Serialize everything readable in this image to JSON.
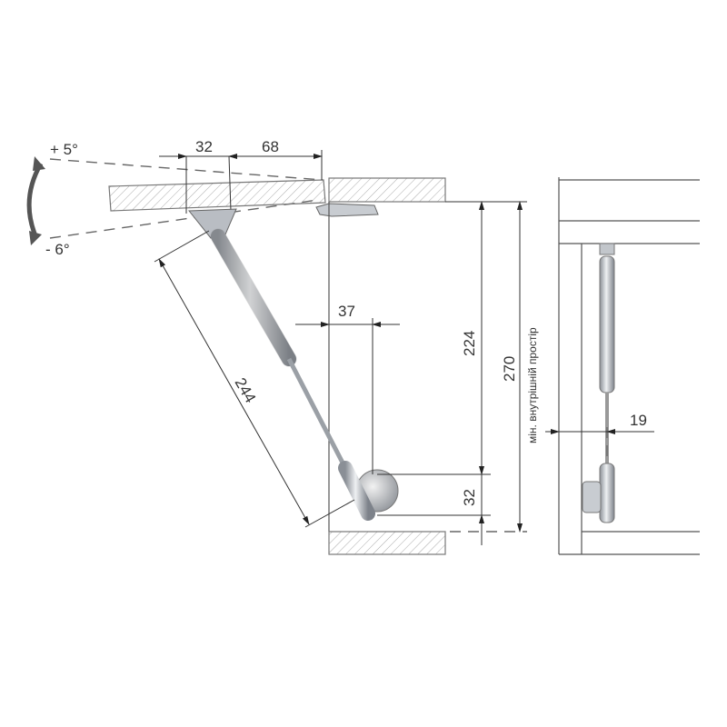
{
  "diagram": {
    "angle_up": "+ 5°",
    "angle_down": "- 6°",
    "dims": {
      "mount_offset": "32",
      "mount_to_edge": "68",
      "strut_length": "244",
      "bracket_offset": "37",
      "inner_height_to_bracket": "224",
      "bracket_height": "32",
      "total_height": "270",
      "side_offset": "19"
    },
    "min_inner_space_label": "мін. внутрішній простір",
    "colors": {
      "line": "#555555",
      "hatch": "#aaaaaa",
      "metal": "#b8bcc2"
    }
  }
}
